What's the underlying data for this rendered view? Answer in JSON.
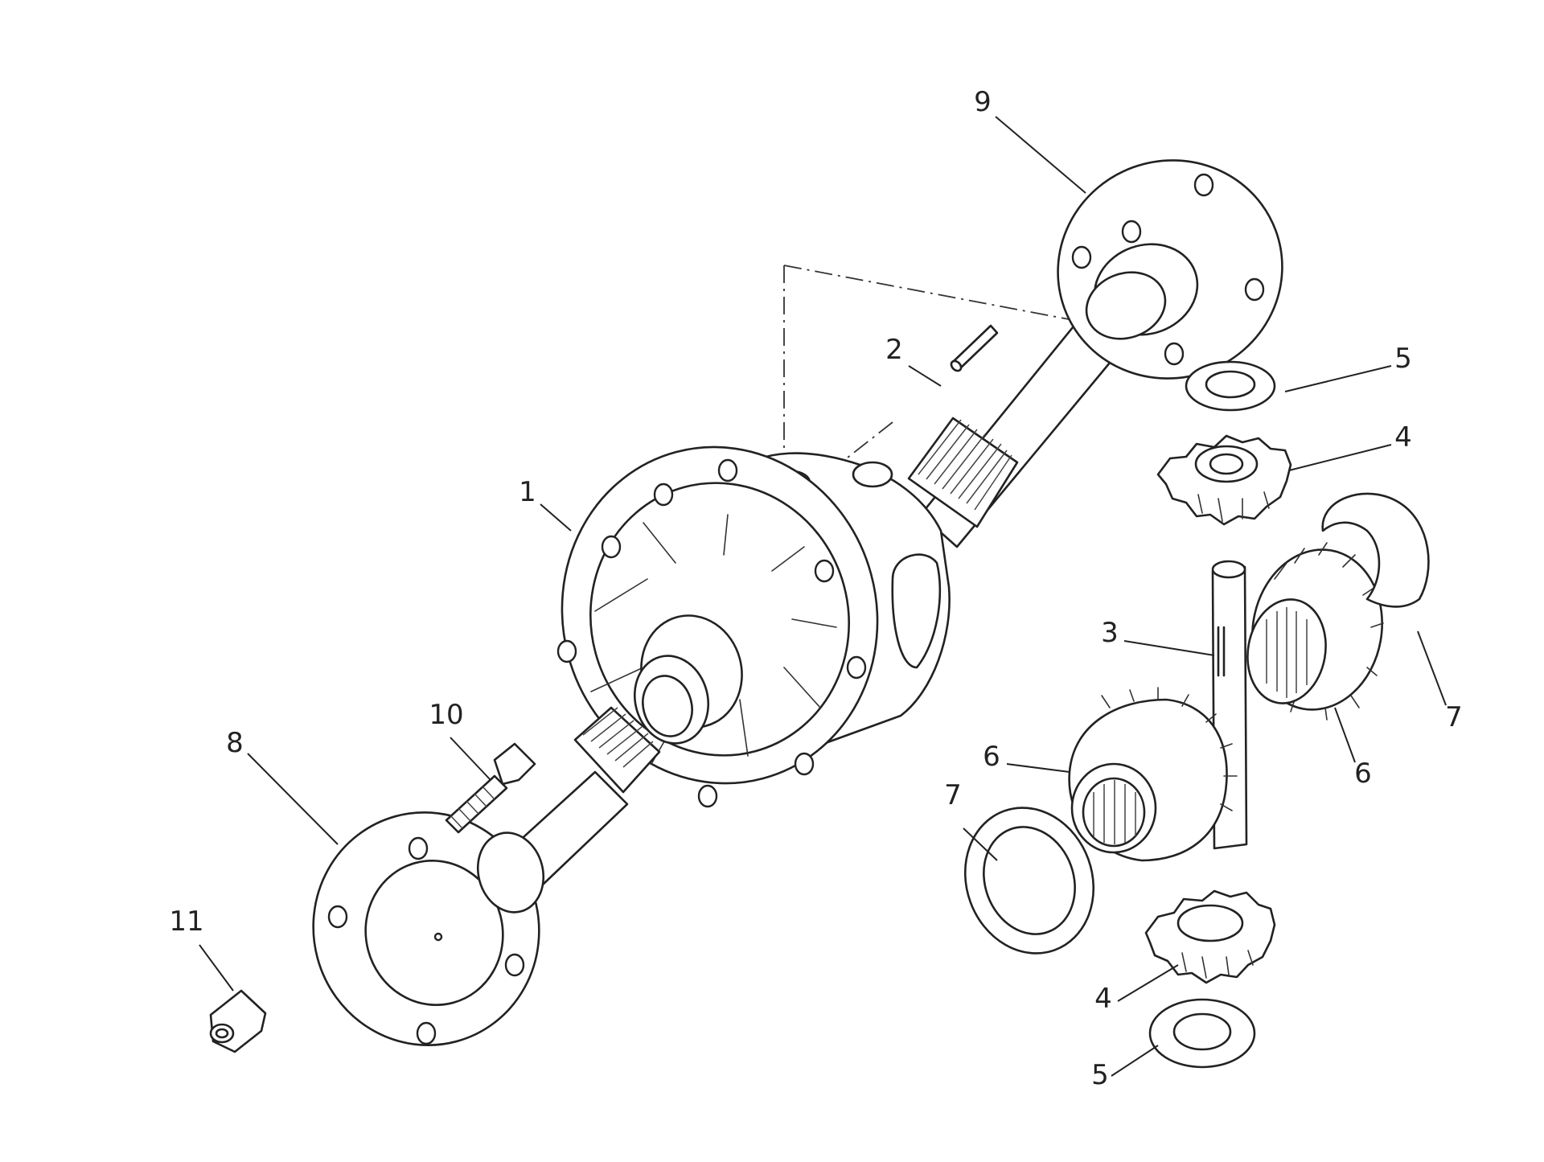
{
  "diagram": {
    "callouts": [
      {
        "id": "c9",
        "text": "9"
      },
      {
        "id": "c2",
        "text": "2"
      },
      {
        "id": "c5a",
        "text": "5"
      },
      {
        "id": "c4a",
        "text": "4"
      },
      {
        "id": "c1",
        "text": "1"
      },
      {
        "id": "c3",
        "text": "3"
      },
      {
        "id": "c7a",
        "text": "7"
      },
      {
        "id": "c10",
        "text": "10"
      },
      {
        "id": "c8",
        "text": "8"
      },
      {
        "id": "c6a",
        "text": "6"
      },
      {
        "id": "c6b",
        "text": "6"
      },
      {
        "id": "c7b",
        "text": "7"
      },
      {
        "id": "c11",
        "text": "11"
      },
      {
        "id": "c4b",
        "text": "4"
      },
      {
        "id": "c5b",
        "text": "5"
      }
    ]
  }
}
